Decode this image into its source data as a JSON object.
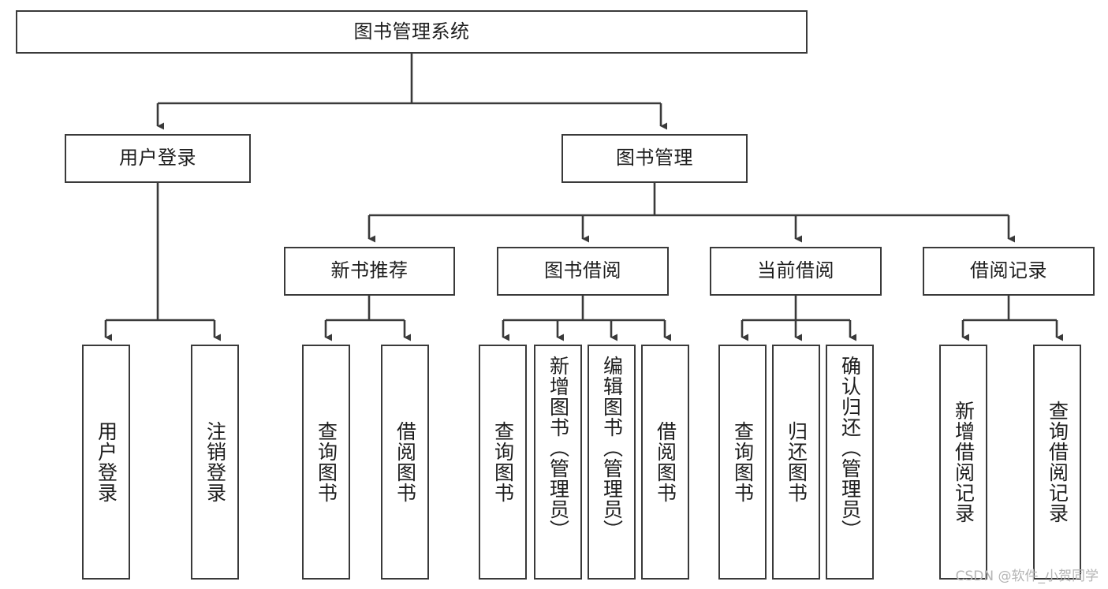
{
  "diagram": {
    "type": "tree-hierarchy-diagram",
    "title": "图书管理系统",
    "orientation": "top-down",
    "colors": {
      "box_border": "#3a3a3a",
      "box_fill": "#ffffff",
      "edge": "#3a3a3a",
      "text": "#1d1d1d",
      "watermark": "#b4b4b4",
      "background": "#ffffff"
    },
    "levels": {
      "level1": [
        {
          "id": "root",
          "label": "图书管理系统",
          "text_direction": "horizontal"
        }
      ],
      "level2": [
        {
          "id": "user-login",
          "label": "用户登录",
          "text_direction": "horizontal",
          "parent": "root"
        },
        {
          "id": "book-manage",
          "label": "图书管理",
          "text_direction": "horizontal",
          "parent": "root"
        }
      ],
      "level3": [
        {
          "id": "new-book-recommend",
          "label": "新书推荐",
          "text_direction": "horizontal",
          "parent": "book-manage"
        },
        {
          "id": "book-borrow",
          "label": "图书借阅",
          "text_direction": "horizontal",
          "parent": "book-manage"
        },
        {
          "id": "current-borrow",
          "label": "当前借阅",
          "text_direction": "horizontal",
          "parent": "book-manage"
        },
        {
          "id": "borrow-record",
          "label": "借阅记录",
          "text_direction": "horizontal",
          "parent": "book-manage"
        }
      ],
      "level4": [
        {
          "id": "leaf-user-login",
          "label": "用户登录",
          "text_direction": "vertical",
          "parent": "user-login"
        },
        {
          "id": "leaf-logout",
          "label": "注销登录",
          "text_direction": "vertical",
          "parent": "user-login"
        },
        {
          "id": "leaf-query-book-1",
          "label": "查询图书",
          "text_direction": "vertical",
          "parent": "new-book-recommend"
        },
        {
          "id": "leaf-borrow-book-1",
          "label": "借阅图书",
          "text_direction": "vertical",
          "parent": "new-book-recommend"
        },
        {
          "id": "leaf-query-book-2",
          "label": "查询图书",
          "text_direction": "vertical",
          "parent": "book-borrow"
        },
        {
          "id": "leaf-add-book",
          "label": "新增图书（管理员）",
          "text_direction": "vertical",
          "parent": "book-borrow"
        },
        {
          "id": "leaf-edit-book",
          "label": "编辑图书（管理员）",
          "text_direction": "vertical",
          "parent": "book-borrow"
        },
        {
          "id": "leaf-borrow-book-2",
          "label": "借阅图书",
          "text_direction": "vertical",
          "parent": "book-borrow"
        },
        {
          "id": "leaf-query-book-3",
          "label": "查询图书",
          "text_direction": "vertical",
          "parent": "current-borrow"
        },
        {
          "id": "leaf-return-book",
          "label": "归还图书",
          "text_direction": "vertical",
          "parent": "current-borrow"
        },
        {
          "id": "leaf-confirm-return",
          "label": "确认归还（管理员）",
          "text_direction": "vertical",
          "parent": "current-borrow"
        },
        {
          "id": "leaf-add-record",
          "label": "新增借阅记录",
          "text_direction": "vertical",
          "parent": "borrow-record"
        },
        {
          "id": "leaf-query-record",
          "label": "查询借阅记录",
          "text_direction": "vertical",
          "parent": "borrow-record"
        }
      ]
    },
    "watermark": "CSDN @软件_小贺同学"
  }
}
